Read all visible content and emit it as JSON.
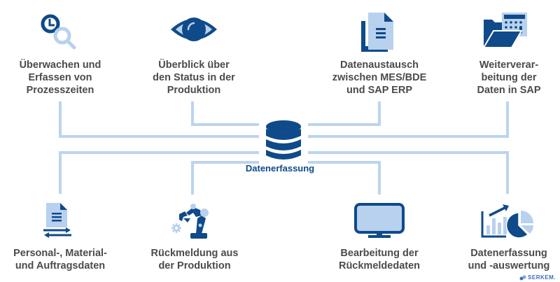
{
  "colors": {
    "dark_blue": "#0f4a8a",
    "light_blue": "#b7d1ee",
    "line": "#bcd4ee",
    "text": "#4b4b4b"
  },
  "center": {
    "label": "Datenerfassung",
    "icon": "database-icon"
  },
  "top_nodes": [
    {
      "icon": "clock-search-icon",
      "lines": [
        "Überwachen und",
        "Erfassen von",
        "Prozesszeiten"
      ]
    },
    {
      "icon": "eye-icon",
      "lines": [
        "Überblick über",
        "den Status in der",
        "Produktion"
      ]
    },
    {
      "icon": "documents-icon",
      "lines": [
        "Datenaustausch",
        "zwischen MES/BDE",
        "und SAP ERP"
      ]
    },
    {
      "icon": "folder-calculator-icon",
      "lines": [
        "Weiterverar-",
        "beitung der",
        "Daten in SAP"
      ]
    }
  ],
  "bottom_nodes": [
    {
      "icon": "document-exchange-icon",
      "lines": [
        "Personal-, Material-",
        "und Auftragsdaten"
      ]
    },
    {
      "icon": "robot-arm-icon",
      "lines": [
        "Rückmeldung aus",
        "der Produktion"
      ]
    },
    {
      "icon": "monitor-icon",
      "lines": [
        "Bearbeitung der",
        "Rückmeldedaten"
      ]
    },
    {
      "icon": "chart-analysis-icon",
      "lines": [
        "Datenerfassung",
        "und -auswertung"
      ]
    }
  ],
  "brand": {
    "name": "SERKEM."
  }
}
